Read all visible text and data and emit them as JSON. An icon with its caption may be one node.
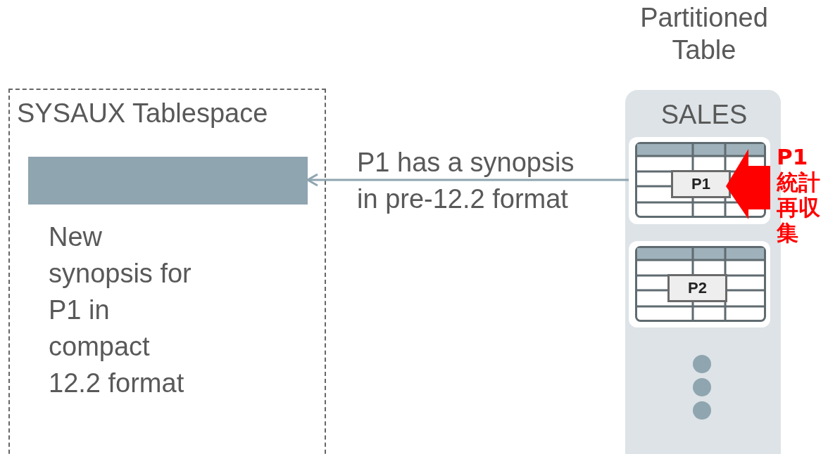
{
  "diagram": {
    "nodes": [
      {
        "text": [
          "SYSAUX Tablespace"
        ]
      },
      {
        "text": [],
        "shape": "bar",
        "in": 0,
        "beside": [
          "New synopsis for P1 in compact 12.2 format"
        ]
      },
      {
        "text": [
          "Partitioned Table",
          "SALES"
        ]
      },
      {
        "text": [],
        "shape": "box",
        "in": 2
      },
      {
        "text": [
          "P1"
        ],
        "in": 3
      },
      {
        "text": [],
        "shape": "box",
        "in": 2
      },
      {
        "text": [
          "P2"
        ],
        "in": 5
      },
      {
        "text": [
          "P1統計再収集"
        ]
      }
    ],
    "edges": [
      {
        "from": 3,
        "to": 1,
        "arrow": "to",
        "label": "P1 has a synopsis in pre-12.2 format"
      },
      {
        "from": 7,
        "to": 4,
        "arrow": "to",
        "style": "thick",
        "color": "#ff0000"
      }
    ]
  }
}
